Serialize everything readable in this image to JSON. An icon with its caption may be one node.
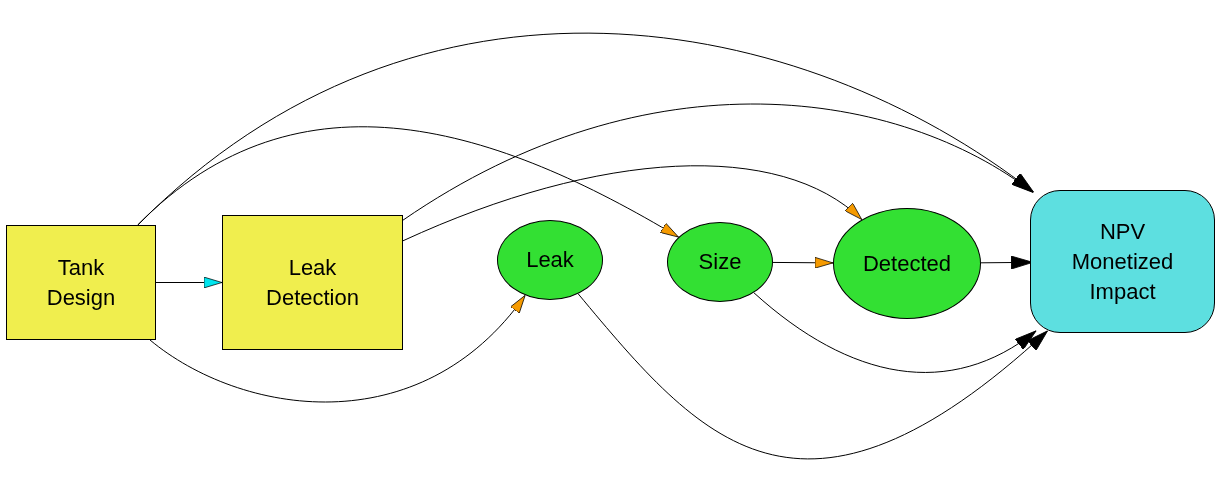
{
  "diagram": {
    "nodes": [
      {
        "text": [
          "Tank Design"
        ]
      },
      {
        "text": [
          "Leak Detection"
        ]
      },
      {
        "text": [
          "Leak"
        ]
      },
      {
        "text": [
          "Size"
        ]
      },
      {
        "text": [
          "Detected"
        ]
      },
      {
        "text": [
          "NPV Monetized Impact"
        ]
      }
    ],
    "edges": [
      {
        "from": 0,
        "to": 1,
        "arrow": "to"
      },
      {
        "from": 0,
        "to": 2,
        "arrow": "to"
      },
      {
        "from": 0,
        "to": 3,
        "arrow": "to"
      },
      {
        "from": 0,
        "to": 5,
        "arrow": "to"
      },
      {
        "from": 1,
        "to": 4,
        "arrow": "to"
      },
      {
        "from": 1,
        "to": 5,
        "arrow": "to"
      },
      {
        "from": 3,
        "to": 4,
        "arrow": "to"
      },
      {
        "from": 4,
        "to": 5,
        "arrow": "to"
      },
      {
        "from": 3,
        "to": 5,
        "arrow": "to"
      },
      {
        "from": 2,
        "to": 5,
        "arrow": "to"
      }
    ]
  }
}
